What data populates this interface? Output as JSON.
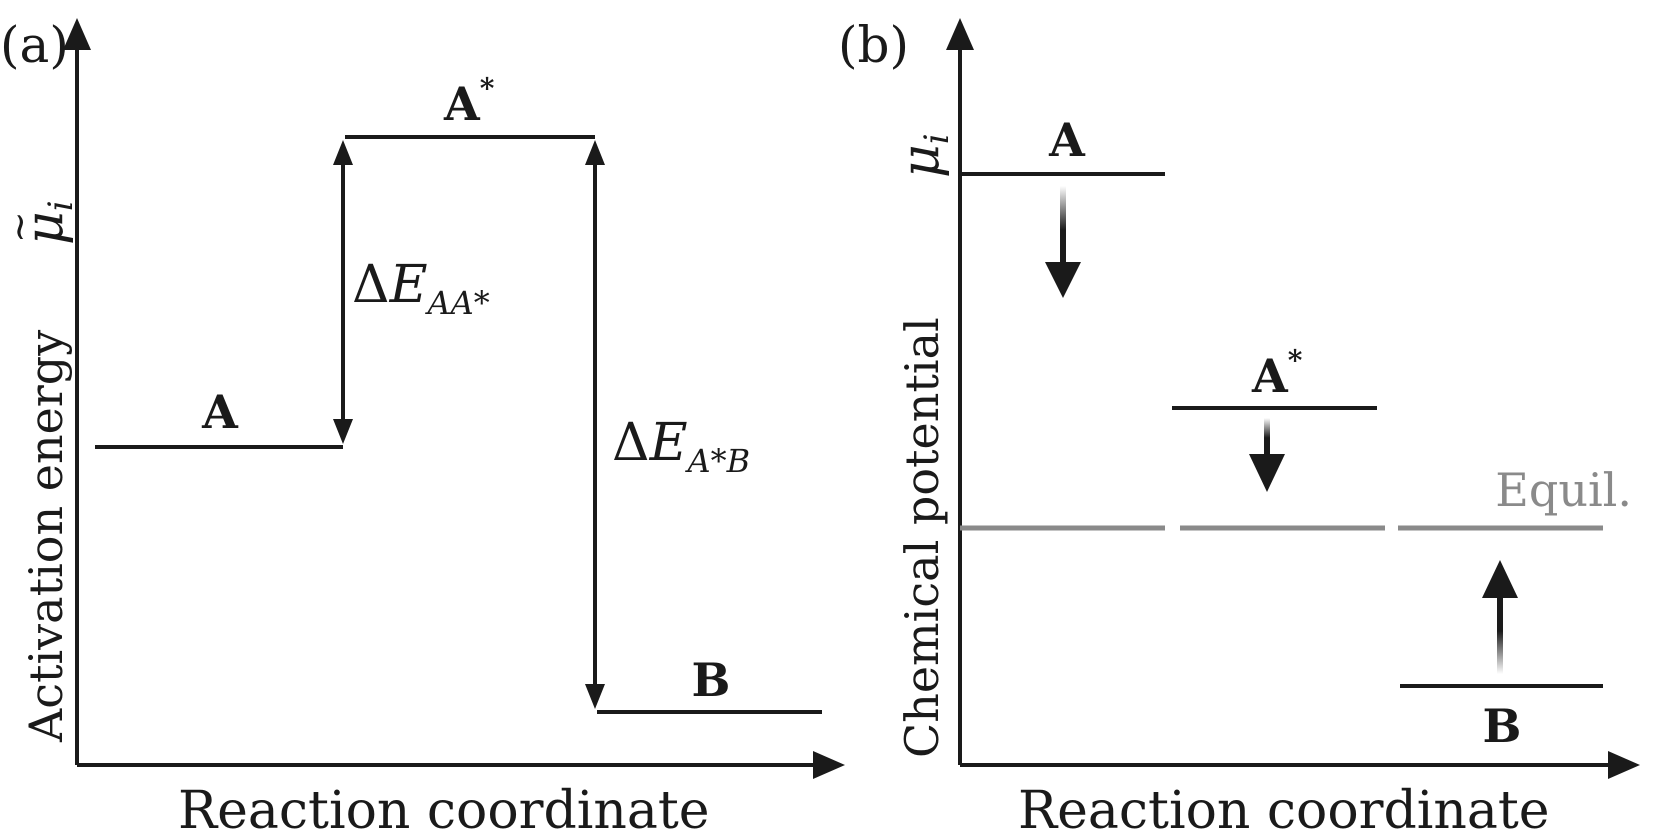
{
  "panel_a": {
    "tag": "(a)",
    "y_axis_label": "Activation energy",
    "y_symbol_base": "μ",
    "y_symbol_sub": "i",
    "y_symbol_tilde": "~",
    "x_axis_label": "Reaction coordinate",
    "levels": {
      "A": "A",
      "A_star_base": "A",
      "A_star_sup": "*",
      "B": "B"
    },
    "delta1": {
      "prefix": "Δ",
      "var": "E",
      "sub": "AA*"
    },
    "delta2": {
      "prefix": "Δ",
      "var": "E",
      "sub": "A*B"
    }
  },
  "panel_b": {
    "tag": "(b)",
    "y_axis_label": "Chemical potential",
    "y_symbol_base": "μ",
    "y_symbol_sub": "i",
    "x_axis_label": "Reaction coordinate",
    "levels": {
      "A": "A",
      "A_star_base": "A",
      "A_star_sup": "*",
      "B": "B"
    },
    "equilibrium_label": "Equil.",
    "colors": {
      "line": "#1a1a1a",
      "equilibrium": "#8a8a8a"
    }
  }
}
